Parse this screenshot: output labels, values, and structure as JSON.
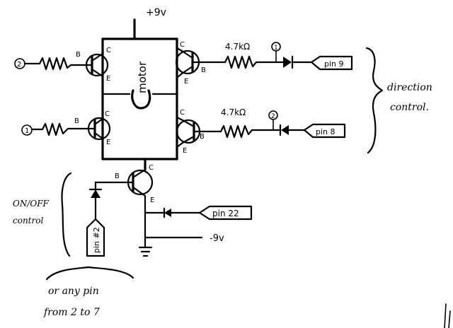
{
  "supply_pos": "+9v",
  "supply_neg": "-9v",
  "motor": "motor",
  "resistor_value": "4.7kΩ",
  "terminal": {
    "collector": "C",
    "base": "B",
    "emitter": "E"
  },
  "input_pins": {
    "top_right": "pin 9",
    "mid_right": "pin 8",
    "bottom": "pin 22",
    "left_vertical": "pin #2"
  },
  "node_labels": {
    "n1": "1",
    "n2": "2"
  },
  "notes": {
    "direction_line1": "direction",
    "direction_line2": "control.",
    "onoff_line1": "ON/OFF",
    "onoff_line2": "control",
    "any_pin_line1": "or any pin",
    "any_pin_line2": "from 2 to 7"
  }
}
